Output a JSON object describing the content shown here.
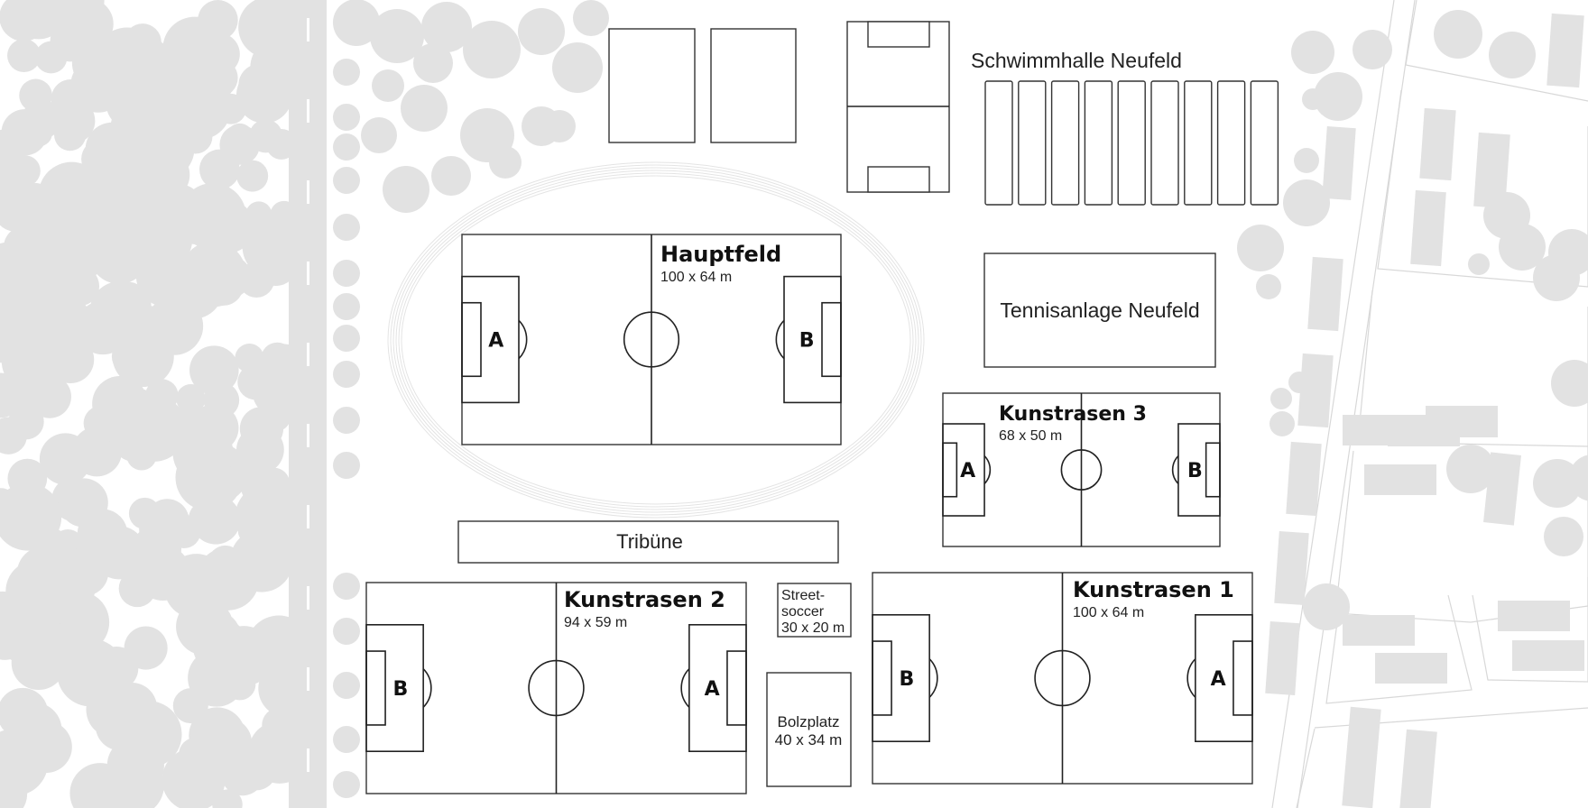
{
  "map": {
    "title": "Sportanlage Neufeld",
    "colors": {
      "line": "#222222",
      "vegetation": "#e2e2e2",
      "background": "#ffffff"
    },
    "fields": [
      {
        "id": "hauptfeld",
        "name": "Hauptfeld",
        "size": "100 x 64 m",
        "goal_left": "A",
        "goal_right": "B"
      },
      {
        "id": "kunstrasen-3",
        "name": "Kunstrasen 3",
        "size": "68 x 50 m",
        "goal_left": "A",
        "goal_right": "B"
      },
      {
        "id": "kunstrasen-2",
        "name": "Kunstrasen 2",
        "size": "94 x 59 m",
        "goal_left": "B",
        "goal_right": "A"
      },
      {
        "id": "kunstrasen-1",
        "name": "Kunstrasen 1",
        "size": "100 x 64 m",
        "goal_left": "B",
        "goal_right": "A"
      }
    ],
    "facilities": {
      "schwimmhalle": {
        "label": "Schwimmhalle Neufeld",
        "lanes": 9
      },
      "tennis": {
        "label": "Tennisanlage Neufeld"
      },
      "tribuene": {
        "label": "Tribüne"
      },
      "streetsoccer": {
        "line1": "Street-",
        "line2": "soccer",
        "size": "30 x 20 m"
      },
      "bolzplatz": {
        "label": "Bolzplatz",
        "size": "40 x 34 m"
      }
    }
  }
}
